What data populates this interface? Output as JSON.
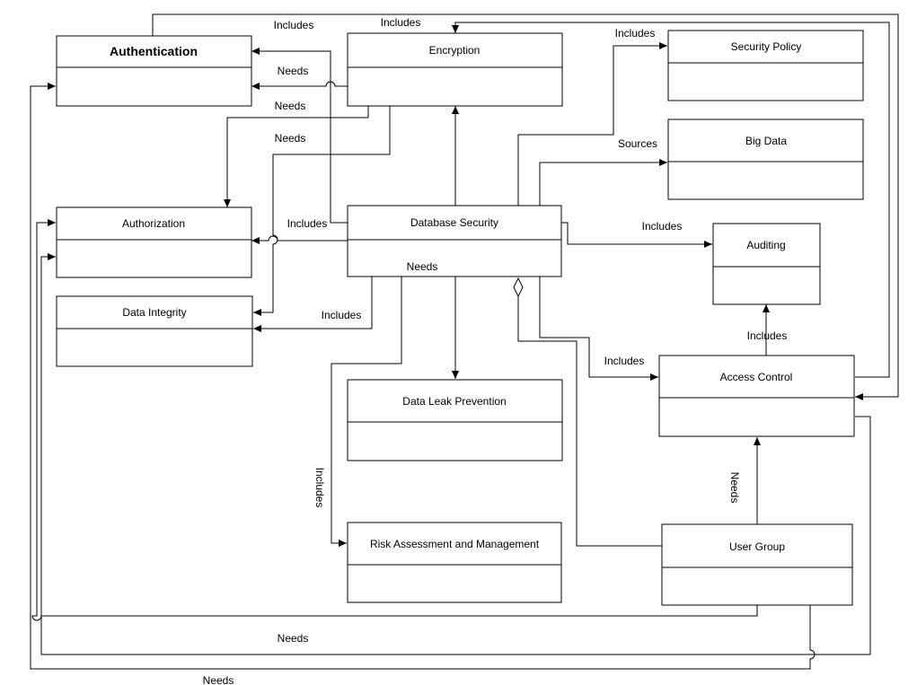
{
  "diagram": {
    "boxes": {
      "authentication": "Authentication",
      "encryption": "Encryption",
      "security_policy": "Security Policy",
      "big_data": "Big Data",
      "authorization": "Authorization",
      "database_security": "Database Security",
      "auditing": "Auditing",
      "data_integrity": "Data Integrity",
      "access_control": "Access Control",
      "data_leak_prevention": "Data Leak Prevention",
      "risk_assessment": "Risk Assessment and Management",
      "user_group": "User Group"
    },
    "edge_labels": {
      "includes_top_auth": "Includes",
      "includes_top_access": "Includes",
      "needs_enc_auth": "Needs",
      "needs_enc_authz": "Needs",
      "needs_enc_integrity": "Needs",
      "includes_policy": "Includes",
      "sources_bigdata": "Sources",
      "includes_db_authz": "Includes",
      "includes_auditing": "Includes",
      "needs_db": "Needs",
      "includes_integrity": "Includes",
      "includes_access_auditing": "Includes",
      "includes_db_access": "Includes",
      "includes_risk": "Includes",
      "needs_usergroup_access": "Needs",
      "needs_bottom_1": "Needs",
      "needs_bottom_2": "Needs"
    }
  }
}
